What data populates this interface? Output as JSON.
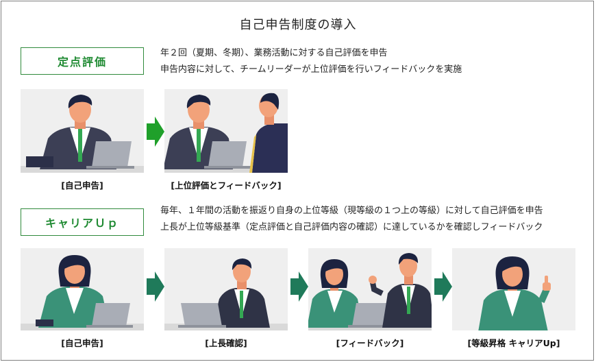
{
  "title": "自己申告制度の導入",
  "section1": {
    "tag": "定点評価",
    "lines": [
      "年２回（夏期、冬期）、業務活動に対する自己評価を申告",
      "申告内容に対して、チームリーダーが上位評価を行いフィードバックを実施"
    ],
    "steps": [
      "[自己申告]",
      "[上位評価とフィードバック]"
    ]
  },
  "section2": {
    "tag": "キャリアＵｐ",
    "lines": [
      "毎年、１年間の活動を振返り自身の上位等級（現等級の１つ上の等級）に対して自己評価を申告",
      "上長が上位等級基準（定点評価と自己評価内容の確認）に達しているかを確認しフィードバック"
    ],
    "steps": [
      "[自己申告]",
      "[上長確認]",
      "[フィードバック]",
      "[等級昇格 キャリアUp]"
    ]
  },
  "colors": {
    "green_border": "#2f8a3b",
    "green_text": "#1f8a32",
    "arrow_green": "#1fa02a",
    "arrow_teal": "#1f7a5a",
    "suit_navy": "#3c3f55",
    "suit_teal": "#3a9278",
    "skin": "#f2a27a",
    "hair": "#1c2340",
    "laptop": "#a9adb6"
  }
}
